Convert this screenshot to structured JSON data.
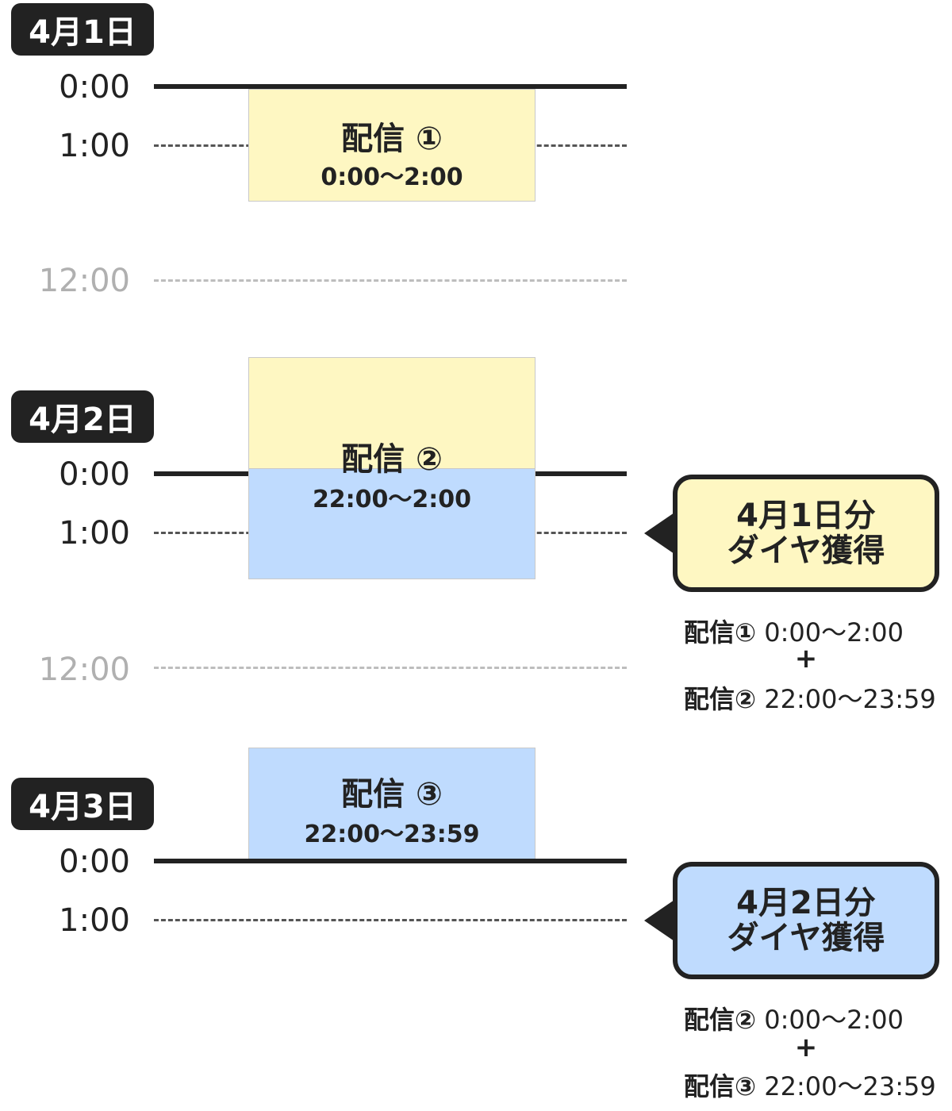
{
  "days": [
    {
      "date_label": "4月1日",
      "t0": "0:00",
      "t1": "1:00",
      "t12": "12:00"
    },
    {
      "date_label": "4月2日",
      "t0": "0:00",
      "t1": "1:00",
      "t12": "12:00"
    },
    {
      "date_label": "4月3日",
      "t0": "0:00",
      "t1": "1:00"
    }
  ],
  "streams": [
    {
      "title": "配信 ①",
      "time": "0:00〜2:00",
      "color": "#fef7c2"
    },
    {
      "title": "配信 ②",
      "time": "22:00〜2:00",
      "color_before": "#fef7c2",
      "color_after": "#bfdbfe"
    },
    {
      "title": "配信 ③",
      "time": "22:00〜23:59",
      "color": "#bfdbfe"
    }
  ],
  "callouts": [
    {
      "line1": "4月1日分",
      "line2": "ダイヤ獲得",
      "color": "#fef7c2",
      "note_a_label": "配信①",
      "note_a_time": "0:00〜2:00",
      "plus": "+",
      "note_b_label": "配信②",
      "note_b_time": "22:00〜23:59"
    },
    {
      "line1": "4月2日分",
      "line2": "ダイヤ獲得",
      "color": "#bfdbfe",
      "note_a_label": "配信②",
      "note_a_time": "0:00〜2:00",
      "plus": "+",
      "note_b_label": "配信③",
      "note_b_time": "22:00〜23:59"
    }
  ]
}
